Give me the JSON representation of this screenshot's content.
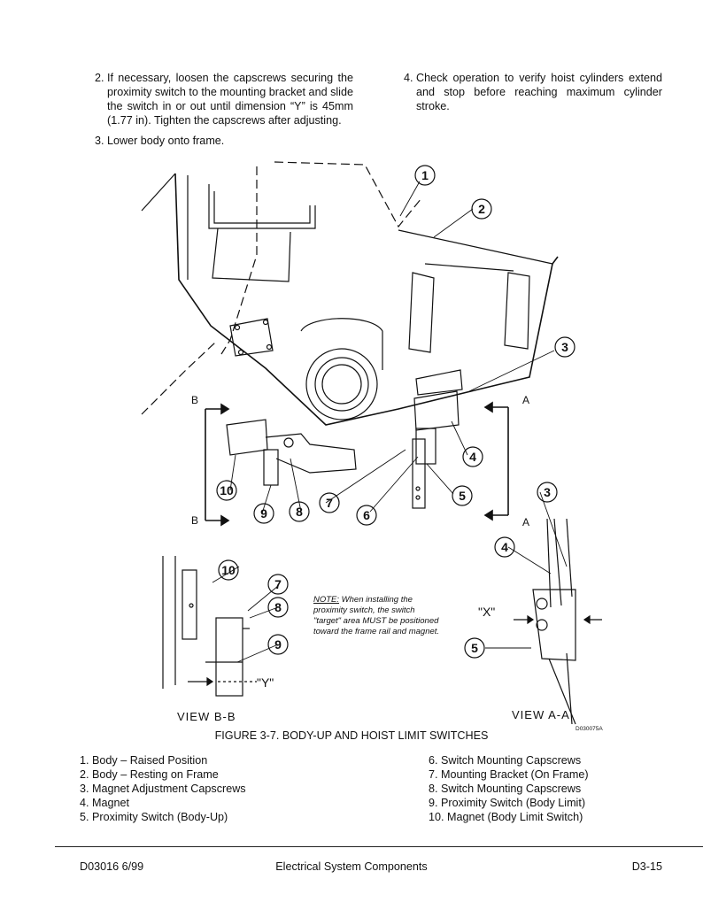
{
  "steps": [
    {
      "num": "2.",
      "text": "If necessary, loosen the capscrews securing the proximity switch to the mounting bracket and slide the switch in or out until dimension “Y” is 45mm (1.77 in). Tighten the capscrews after adjusting."
    },
    {
      "num": "3.",
      "text": "Lower body onto frame."
    },
    {
      "num": "4.",
      "text": "Check operation to verify hoist cylinders extend and stop before reaching maximum cylinder stroke."
    }
  ],
  "figure": {
    "callouts": [
      "1",
      "2",
      "3",
      "4",
      "5",
      "6",
      "7",
      "8",
      "9",
      "10"
    ],
    "section_marks": {
      "a": "A",
      "b": "B"
    },
    "dim_x": "\"X\"",
    "dim_y": "\"Y\"",
    "view_bb": "VIEW  B-B",
    "view_aa": "VIEW  A-A",
    "drawing_id": "D030075A",
    "note_label": "NOTE:",
    "note_lines": [
      " When installing the",
      "proximity switch, the switch",
      "\"target\" area MUST be positioned",
      "toward the frame rail and magnet."
    ]
  },
  "caption": "FIGURE 3-7. BODY-UP AND HOIST LIMIT SWITCHES",
  "legend_left": [
    "1. Body – Raised Position",
    "2. Body – Resting on Frame",
    "3. Magnet Adjustment Capscrews",
    "4. Magnet",
    "5. Proximity Switch (Body-Up)"
  ],
  "legend_right": [
    "6. Switch Mounting Capscrews",
    "7. Mounting Bracket (On Frame)",
    "8. Switch Mounting Capscrews",
    "9. Proximity Switch (Body Limit)",
    "10. Magnet (Body Limit Switch)"
  ],
  "footer": {
    "left": "D03016 6/99",
    "center": "Electrical System Components",
    "right": "D3-15"
  }
}
